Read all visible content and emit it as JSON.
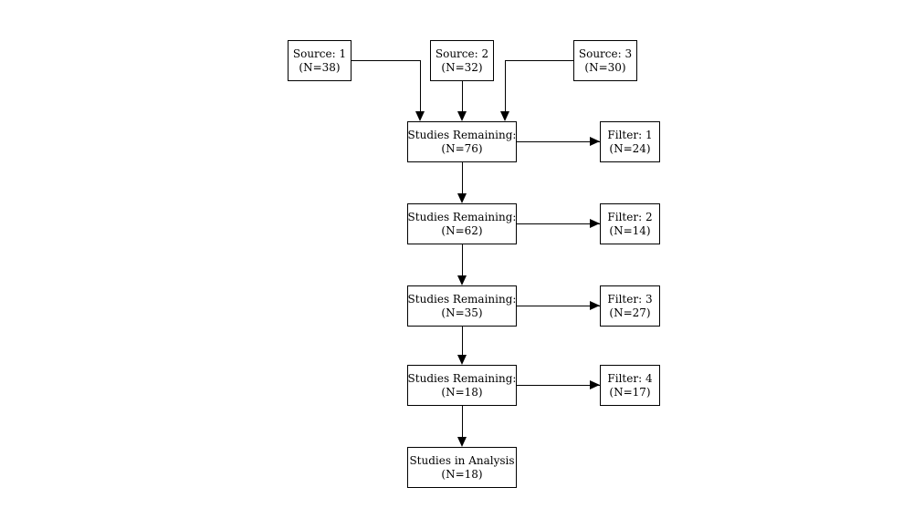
{
  "diagram": {
    "title": "study-filtering-flowchart",
    "colors": {
      "line": "#000000",
      "box_fill": "#ffffff",
      "text": "#000000",
      "background": "#ffffff"
    },
    "sources": [
      {
        "label": "Source: 1",
        "count": "(N=38)"
      },
      {
        "label": "Source: 2",
        "count": "(N=32)"
      },
      {
        "label": "Source: 3",
        "count": "(N=30)"
      }
    ],
    "stages": [
      {
        "label": "Studies Remaining:",
        "count": "(N=76)"
      },
      {
        "label": "Studies Remaining:",
        "count": "(N=62)"
      },
      {
        "label": "Studies Remaining:",
        "count": "(N=35)"
      },
      {
        "label": "Studies Remaining:",
        "count": "(N=18)"
      }
    ],
    "filters": [
      {
        "label": "Filter: 1",
        "count": "(N=24)"
      },
      {
        "label": "Filter: 2",
        "count": "(N=14)"
      },
      {
        "label": "Filter: 3",
        "count": "(N=27)"
      },
      {
        "label": "Filter: 4",
        "count": "(N=17)"
      }
    ],
    "final": {
      "label": "Studies in Analysis",
      "count": "(N=18)"
    }
  }
}
